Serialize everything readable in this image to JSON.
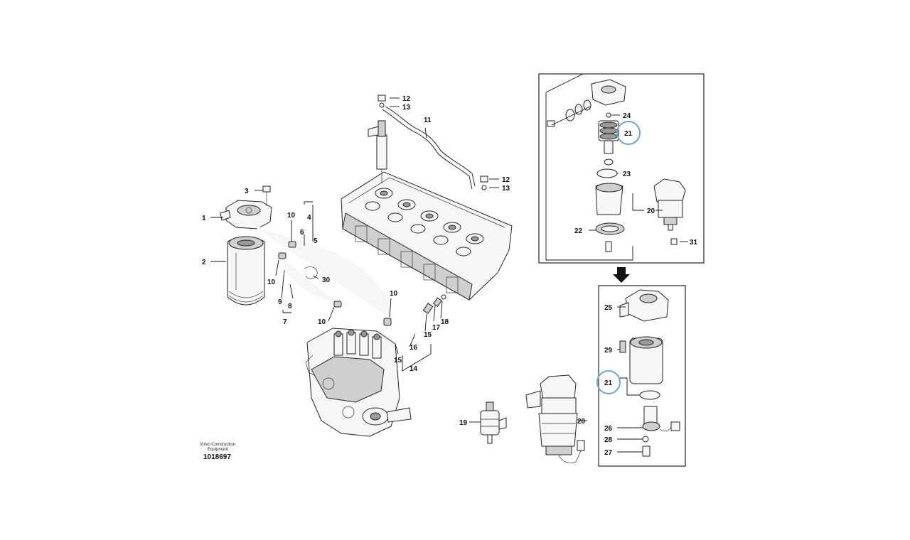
{
  "callouts": {
    "c1": "1",
    "c2": "2",
    "c3": "3",
    "c4": "4",
    "c5": "5",
    "c6": "6",
    "c7": "7",
    "c8": "8",
    "c9": "9",
    "c10a": "10",
    "c10b": "10",
    "c10c": "10",
    "c10d": "10",
    "c11": "11",
    "c12a": "12",
    "c13a": "13",
    "c12b": "12",
    "c13b": "13",
    "c14": "14",
    "c15a": "15",
    "c15b": "15",
    "c16": "16",
    "c17": "17",
    "c18": "18",
    "c19": "19",
    "c20a": "20",
    "c20b": "20",
    "c21a": "21",
    "c21b": "21",
    "c22": "22",
    "c23": "23",
    "c24": "24",
    "c25": "25",
    "c26": "26",
    "c27": "27",
    "c28": "28",
    "c29": "29",
    "c30": "30",
    "c31": "31"
  },
  "watermark": {
    "company_line1": "Volvo Construction",
    "company_line2": "Equipment",
    "drawing_number": "1018697"
  },
  "highlight_color": "#7fa7cf"
}
